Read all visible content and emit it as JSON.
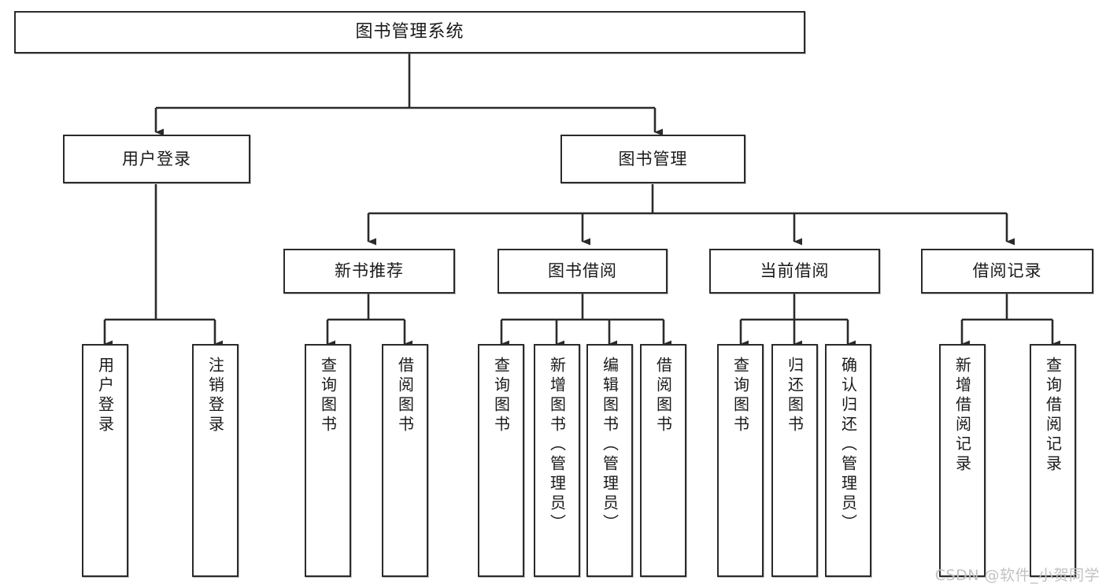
{
  "diagram": {
    "title": "图书管理系统",
    "stroke_color": "#2b2b2b",
    "fill_color": "#ffffff",
    "text_color": "#1a1a1a"
  },
  "nodes": {
    "root": {
      "label": "图书管理系统"
    },
    "level1": [
      {
        "label": "用户登录"
      },
      {
        "label": "图书管理"
      }
    ],
    "level2": [
      {
        "label": "新书推荐"
      },
      {
        "label": "图书借阅"
      },
      {
        "label": "当前借阅"
      },
      {
        "label": "借阅记录"
      }
    ],
    "leaves": {
      "user_login": [
        {
          "label": "用户登录"
        },
        {
          "label": "注销登录"
        }
      ],
      "new_book_recommend": [
        {
          "label": "查询图书"
        },
        {
          "label": "借阅图书"
        }
      ],
      "book_borrow": [
        {
          "label": "查询图书"
        },
        {
          "label": "新增图书（管理员）"
        },
        {
          "label": "编辑图书（管理员）"
        },
        {
          "label": "借阅图书"
        }
      ],
      "current_borrow": [
        {
          "label": "查询图书"
        },
        {
          "label": "归还图书"
        },
        {
          "label": "确认归还（管理员）"
        }
      ],
      "borrow_record": [
        {
          "label": "新增借阅记录"
        },
        {
          "label": "查询借阅记录"
        }
      ]
    }
  },
  "watermark": {
    "text": "CSDN @软件_小贺同学"
  }
}
